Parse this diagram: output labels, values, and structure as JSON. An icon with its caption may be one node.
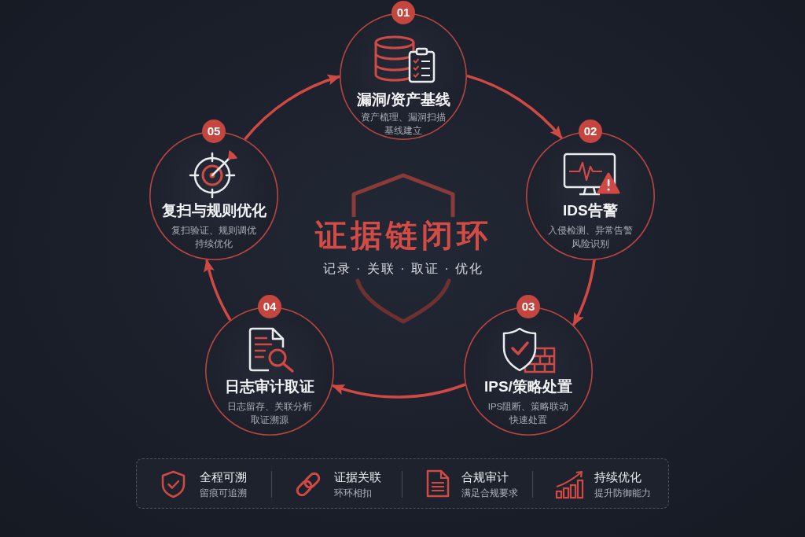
{
  "diagram": {
    "nodes": [
      {
        "text": [
          "01",
          "漏洞/资产基线",
          "资产梳理、漏洞扫描基线建立"
        ]
      },
      {
        "text": [
          "02",
          "IDS告警",
          "入侵检测、异常告警风险识别"
        ]
      },
      {
        "text": [
          "03",
          "IPS/策略处置",
          "IPS阻断、策略联动快速处置"
        ]
      },
      {
        "text": [
          "04",
          "日志审计取证",
          "日志留存、关联分析取证溯源"
        ]
      },
      {
        "text": [
          "05",
          "复扫与规则优化",
          "复扫验证、规则调优持续优化"
        ]
      },
      {
        "text": [
          "证据链闭环",
          "记录 · 关联 · 取证 · 优化"
        ]
      },
      {
        "text": [
          "全程可溯",
          "留痕可追溯",
          "证据关联",
          "环环相扣",
          "合规审计",
          "满足合规要求",
          "持续优化",
          "提升防御能力"
        ]
      }
    ],
    "edges": [
      {
        "from": 0,
        "to": 1,
        "arrow": "to"
      },
      {
        "from": 1,
        "to": 2,
        "arrow": "to"
      },
      {
        "from": 2,
        "to": 3,
        "arrow": "to"
      },
      {
        "from": 3,
        "to": 4,
        "arrow": "to"
      },
      {
        "from": 4,
        "to": 0,
        "arrow": "to"
      }
    ]
  }
}
